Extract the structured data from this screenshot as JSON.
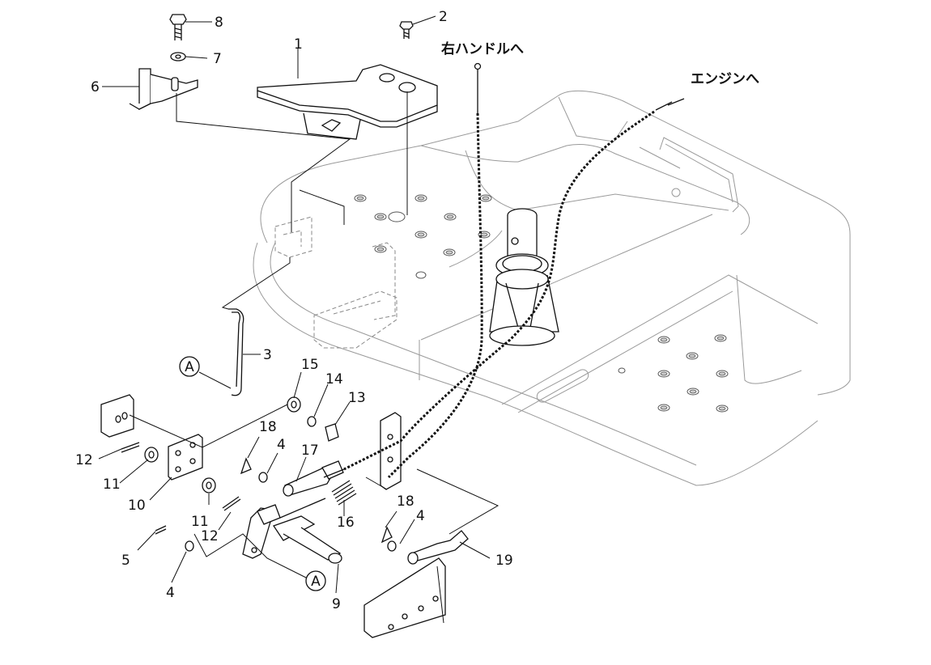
{
  "labels": {
    "to_right_handle": "右ハンドルへ",
    "to_engine": "エンジンへ",
    "ref_a": "A"
  },
  "parts": [
    {
      "key": "p1",
      "no": "1"
    },
    {
      "key": "p2",
      "no": "2"
    },
    {
      "key": "p3",
      "no": "3"
    },
    {
      "key": "p4a",
      "no": "4"
    },
    {
      "key": "p4b",
      "no": "4"
    },
    {
      "key": "p4c",
      "no": "4"
    },
    {
      "key": "p5",
      "no": "5"
    },
    {
      "key": "p6",
      "no": "6"
    },
    {
      "key": "p7",
      "no": "7"
    },
    {
      "key": "p8",
      "no": "8"
    },
    {
      "key": "p9",
      "no": "9"
    },
    {
      "key": "p10",
      "no": "10"
    },
    {
      "key": "p11a",
      "no": "11"
    },
    {
      "key": "p11b",
      "no": "11"
    },
    {
      "key": "p12a",
      "no": "12"
    },
    {
      "key": "p12b",
      "no": "12"
    },
    {
      "key": "p13",
      "no": "13"
    },
    {
      "key": "p14",
      "no": "14"
    },
    {
      "key": "p15",
      "no": "15"
    },
    {
      "key": "p16",
      "no": "16"
    },
    {
      "key": "p17",
      "no": "17"
    },
    {
      "key": "p18a",
      "no": "18"
    },
    {
      "key": "p18b",
      "no": "18"
    },
    {
      "key": "p19",
      "no": "19"
    }
  ]
}
